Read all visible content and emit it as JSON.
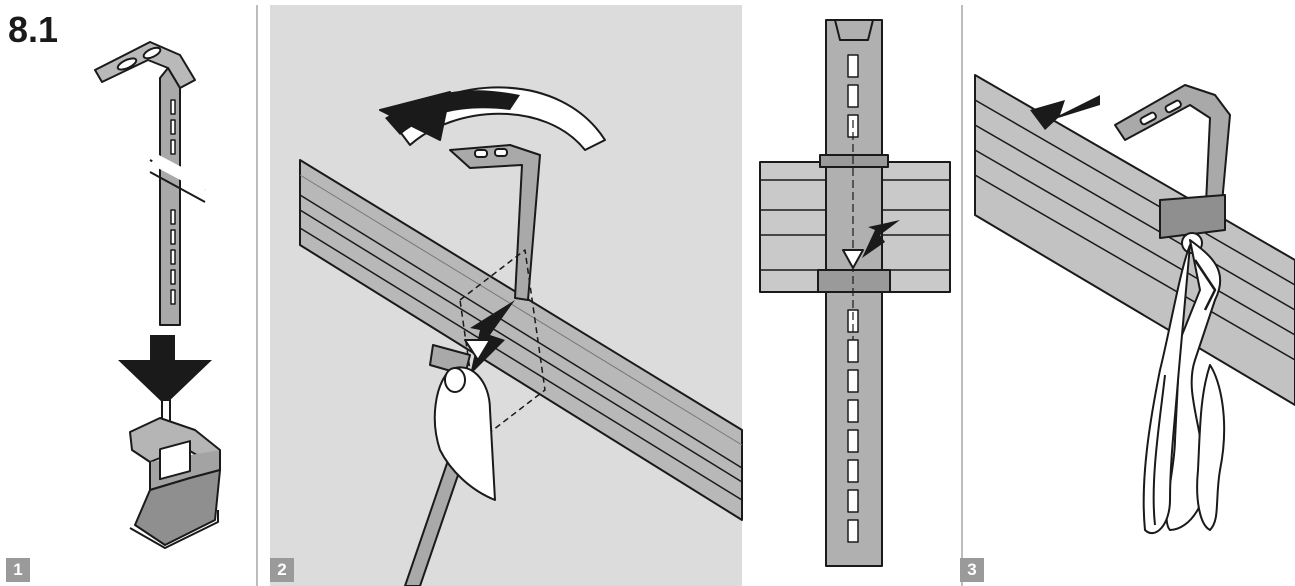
{
  "section_number": "8.1",
  "steps": [
    {
      "label": "1"
    },
    {
      "label": "2"
    },
    {
      "label": "3"
    }
  ],
  "colors": {
    "stroke": "#1a1a1a",
    "metal": "#a9a9a9",
    "metal_light": "#c8c8c8",
    "panel_bg": "#dcdcdc",
    "badge": "#9a9a9a",
    "divider": "#bdbdbd"
  }
}
